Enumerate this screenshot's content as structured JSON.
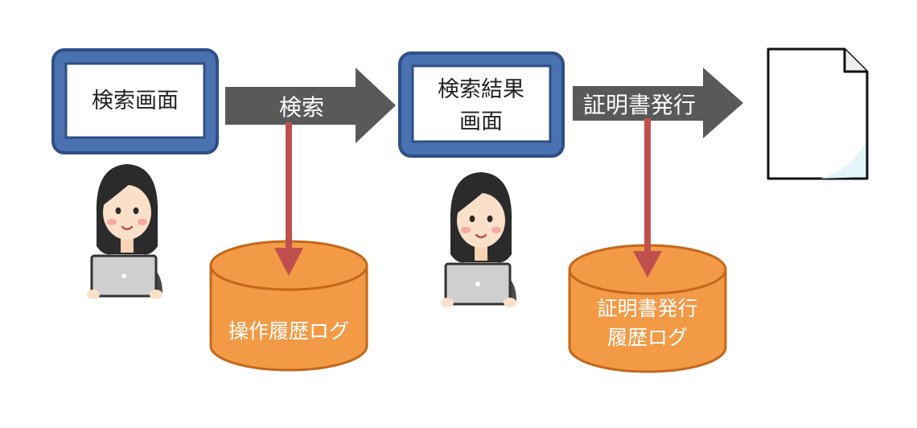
{
  "screens": {
    "search": {
      "label": "検索画面"
    },
    "results": {
      "line1": "検索結果",
      "line2": "画面"
    }
  },
  "arrows": {
    "search": {
      "label": "検索"
    },
    "certificate": {
      "label": "証明書発行"
    }
  },
  "databases": {
    "operation_log": {
      "label": "操作履歴ログ"
    },
    "certificate_log": {
      "line1": "証明書発行",
      "line2": "履歴ログ"
    }
  },
  "colors": {
    "screen_frame": "#4a72b0",
    "screen_frame_dark": "#2e4f86",
    "arrow": "#595959",
    "database": "#f39a47",
    "database_outline": "#c4671a",
    "log_arrow": "#c0504d"
  },
  "icons": {
    "user": "woman-with-laptop-icon",
    "document": "blank-document-icon"
  }
}
